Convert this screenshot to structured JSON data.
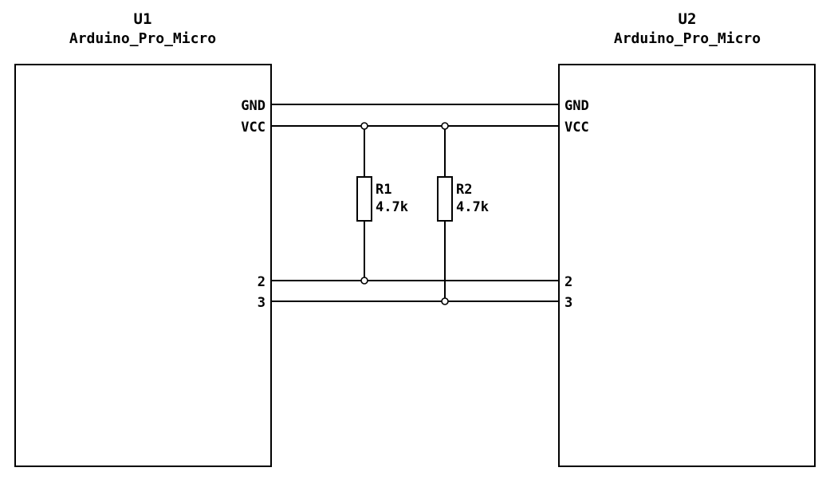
{
  "diagram": {
    "u1": {
      "ref": "U1",
      "value": "Arduino_Pro_Micro",
      "pins": {
        "gnd": "GND",
        "vcc": "VCC",
        "p2": "2",
        "p3": "3"
      }
    },
    "u2": {
      "ref": "U2",
      "value": "Arduino_Pro_Micro",
      "pins": {
        "gnd": "GND",
        "vcc": "VCC",
        "p2": "2",
        "p3": "3"
      }
    },
    "r1": {
      "ref": "R1",
      "value": "4.7k"
    },
    "r2": {
      "ref": "R2",
      "value": "4.7k"
    },
    "colors": {
      "line": "#000000",
      "background": "#ffffff"
    }
  }
}
